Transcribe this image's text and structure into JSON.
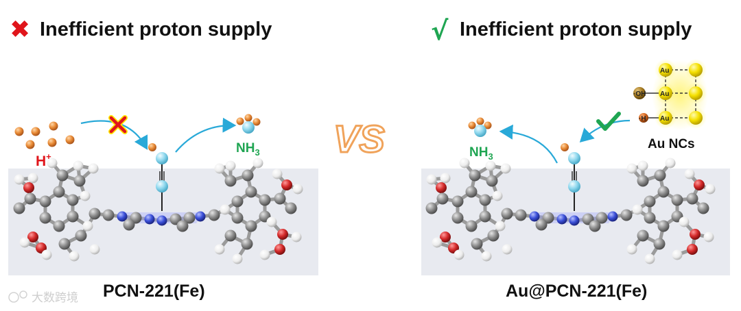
{
  "left": {
    "mark": "✖",
    "title": "Inefficient proton supply",
    "caption": "PCN-221(Fe)",
    "proton_label": "H",
    "proton_sup": "+",
    "product_label": "NH",
    "product_sub": "3"
  },
  "right": {
    "mark": "√",
    "title": "Inefficient proton supply",
    "caption": "Au@PCN-221(Fe)",
    "product_label": "NH",
    "product_sub": "3",
    "cluster_label": "Au NCs",
    "cluster_atoms": [
      "Au",
      "Au",
      "Au"
    ],
    "ligand_oh": "·OH",
    "ligand_h": "·H"
  },
  "center": {
    "vs_text": "VS"
  },
  "watermark": "大数跨境",
  "colors": {
    "cross": "#e0151b",
    "check": "#1fa552",
    "proton": "#e0832e",
    "nitrogen": "#8fd8ee",
    "arrow": "#29a9d8",
    "gold": "#f5e000",
    "panel": "#e8eaf0",
    "carbon": "#8a8a8a",
    "oxygen": "#d42a2a",
    "porph_n": "#3a4fd8"
  }
}
